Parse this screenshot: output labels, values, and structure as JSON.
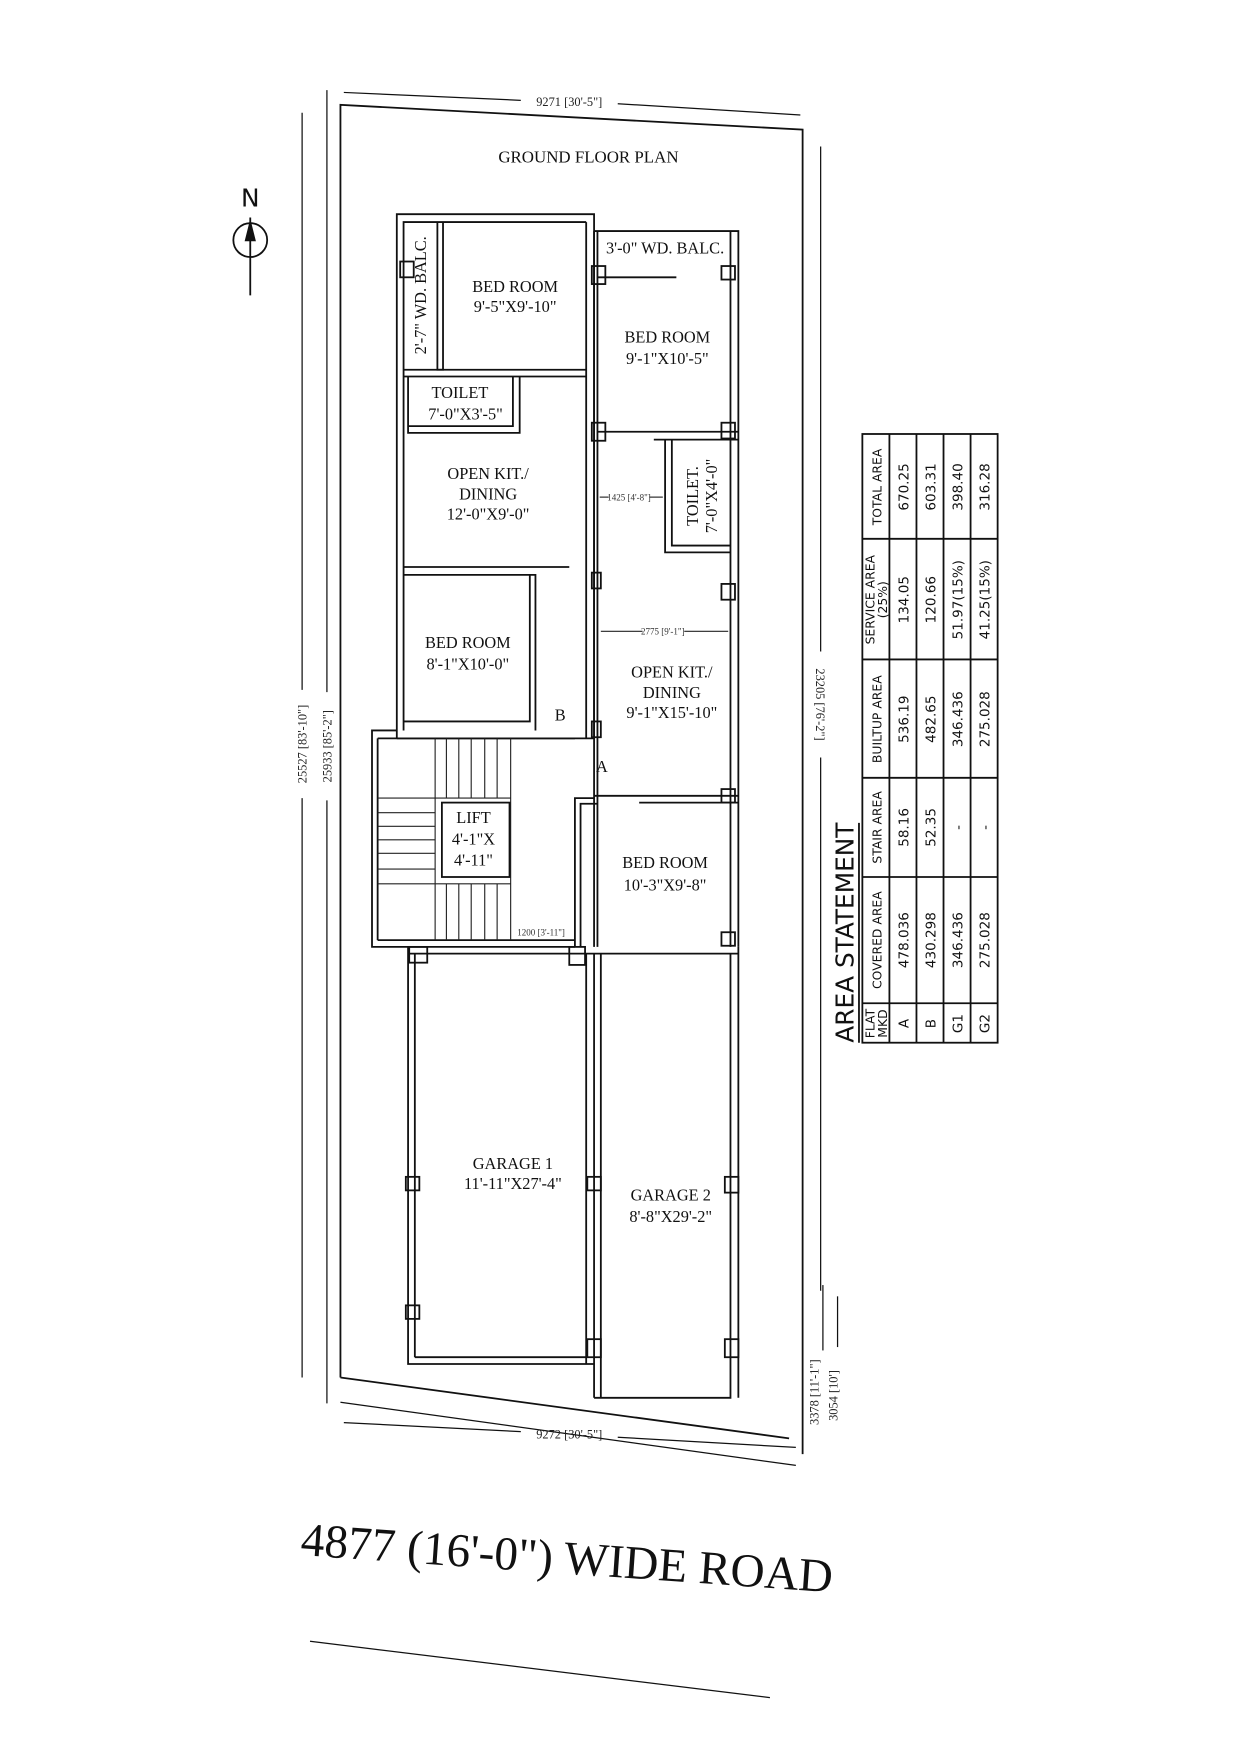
{
  "plan": {
    "title": "GROUND FLOOR PLAN",
    "north_label": "N",
    "road_label": "4877 (16'-0\") WIDE ROAD",
    "dimensions": {
      "top": "9271 [30'-5\"]",
      "bottom": "9272 [30'-5\"]",
      "left_inner": "25527 [83'-10\"]",
      "left_outer": "25933 [85'-2\"]",
      "right": "23205 [76'-2\"]",
      "right_lower_1": "3378 [11'-1\"]",
      "right_lower_2": "3054 [10']",
      "passage_1": "1425 [4'-8\"]",
      "passage_2": "2775 [9'-1\"]",
      "passage_3": "1200 [3'-11\"]"
    },
    "rooms": {
      "balcony_left": "2'-7\" WD. BALC.",
      "balcony_right": "3'-0\" WD. BALC.",
      "bed1_name": "BED ROOM",
      "bed1_size": "9'-5\"X9'-10\"",
      "bed2_name": "BED ROOM",
      "bed2_size": "9'-1\"X10'-5\"",
      "toilet1_name": "TOILET",
      "toilet1_size": "7'-0\"X3'-5\"",
      "kit1_name1": "OPEN KIT./",
      "kit1_name2": "DINING",
      "kit1_size": "12'-0\"X9'-0\"",
      "toilet2_name": "TOILET.",
      "toilet2_size": "7'-0\"X4'-0\"",
      "bed3_name": "BED ROOM",
      "bed3_size": "8'-1\"X10'-0\"",
      "kit2_name1": "OPEN KIT./",
      "kit2_name2": "DINING",
      "kit2_size": "9'-1\"X15'-10\"",
      "flat_b": "B",
      "flat_a": "A",
      "lift_name": "LIFT",
      "lift_size1": "4'-1\"X",
      "lift_size2": "4'-11\"",
      "bed4_name": "BED ROOM",
      "bed4_size": "10'-3\"X9'-8\"",
      "garage1_name": "GARAGE 1",
      "garage1_size": "11'-11\"X27'-4\"",
      "garage2_name": "GARAGE 2",
      "garage2_size": "8'-8\"X29'-2\""
    }
  },
  "area_statement": {
    "title": "AREA STATEMENT",
    "headers": {
      "flat1": "FLAT",
      "flat2": "MKD",
      "covered": "COVERED AREA",
      "stair": "STAIR AREA",
      "builtup": "BUILTUP AREA",
      "service1": "SERVICE AREA",
      "service2": "(25%)",
      "total": "TOTAL AREA"
    },
    "rows": [
      {
        "flat": "A",
        "covered": "478.036",
        "stair": "58.16",
        "builtup": "536.19",
        "service": "134.05",
        "total": "670.25"
      },
      {
        "flat": "B",
        "covered": "430.298",
        "stair": "52.35",
        "builtup": "482.65",
        "service": "120.66",
        "total": "603.31"
      },
      {
        "flat": "G1",
        "covered": "346.436",
        "stair": "-",
        "builtup": "346.436",
        "service": "51.97(15%)",
        "total": "398.40"
      },
      {
        "flat": "G2",
        "covered": "275.028",
        "stair": "-",
        "builtup": "275.028",
        "service": "41.25(15%)",
        "total": "316.28"
      }
    ]
  }
}
